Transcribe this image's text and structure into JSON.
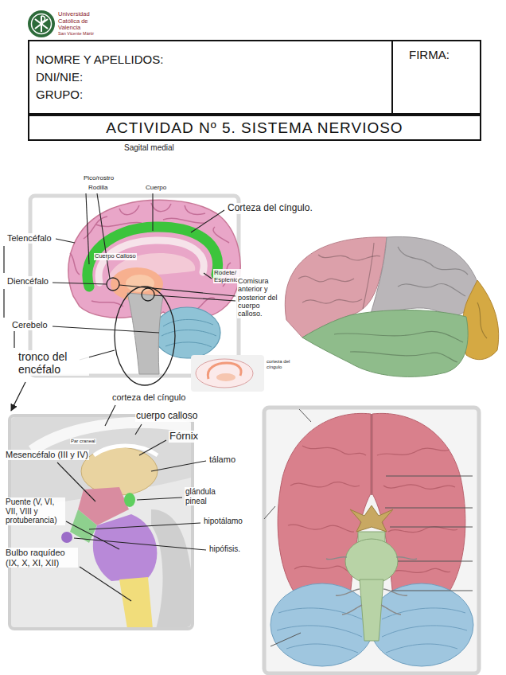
{
  "diagram": {
    "title": "ACTIVIDAD Nº 5. SISTEMA NERVIOSO",
    "nodes": [
      {
        "text": [
          "NOMRE Y APELLIDOS:",
          "DNI/NIE:",
          "GRUPO:"
        ]
      },
      {
        "text": [
          "FIRMA:"
        ]
      }
    ],
    "labels": [
      "Universidad Católica de Valencia",
      "San Vicente Mártir",
      "Sagital medial",
      "Pico/rostro",
      "Rodilla",
      "Cuerpo",
      "Corteza del cíngulo.",
      "Telencéfalo",
      "Diencéfalo",
      "Cerebelo",
      "Cuerpo Calloso",
      "Rodete/ Esplenio",
      "Comisura anterior y posterior del cuerpo calloso.",
      "tronco del encéfalo",
      "corteza del cíngulo",
      "corteza del cíngulo",
      "cuerpo calloso",
      "Par craneal",
      "Mesencéfalo (III y IV)",
      "Fórnix",
      "tálamo",
      "glándula pineal",
      "hipotálamo",
      "Puente (V, VI, VII, VIII y protuberancia)",
      "hipófisis.",
      "Bulbo raquídeo (IX, X, XI, XII)"
    ]
  }
}
